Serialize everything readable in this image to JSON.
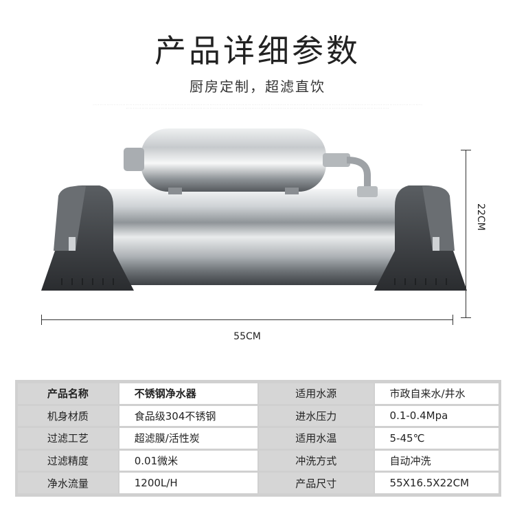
{
  "header": {
    "title": "产品详细参数",
    "subtitle": "厨房定制，超滤直饮"
  },
  "dimensions": {
    "width_label": "55CM",
    "height_label": "22CM"
  },
  "colors": {
    "table_bg": "#d6d6d6",
    "steel": "#bfc3c6",
    "base": "#3a3d40"
  },
  "specs": [
    [
      {
        "k": "产品名称",
        "v": "不锈钢净水器"
      },
      {
        "k": "适用水源",
        "v": "市政自来水/井水"
      }
    ],
    [
      {
        "k": "机身材质",
        "v": "食品级304不锈钢"
      },
      {
        "k": "进水压力",
        "v": "0.1-0.4Mpa"
      }
    ],
    [
      {
        "k": "过滤工艺",
        "v": "超滤膜/活性炭"
      },
      {
        "k": "适用水温",
        "v": "5-45℃"
      }
    ],
    [
      {
        "k": "过滤精度",
        "v": "0.01微米"
      },
      {
        "k": "冲洗方式",
        "v": "自动冲洗"
      }
    ],
    [
      {
        "k": "净水流量",
        "v": "1200L/H"
      },
      {
        "k": "产品尺寸",
        "v": "55X16.5X22CM"
      }
    ]
  ]
}
